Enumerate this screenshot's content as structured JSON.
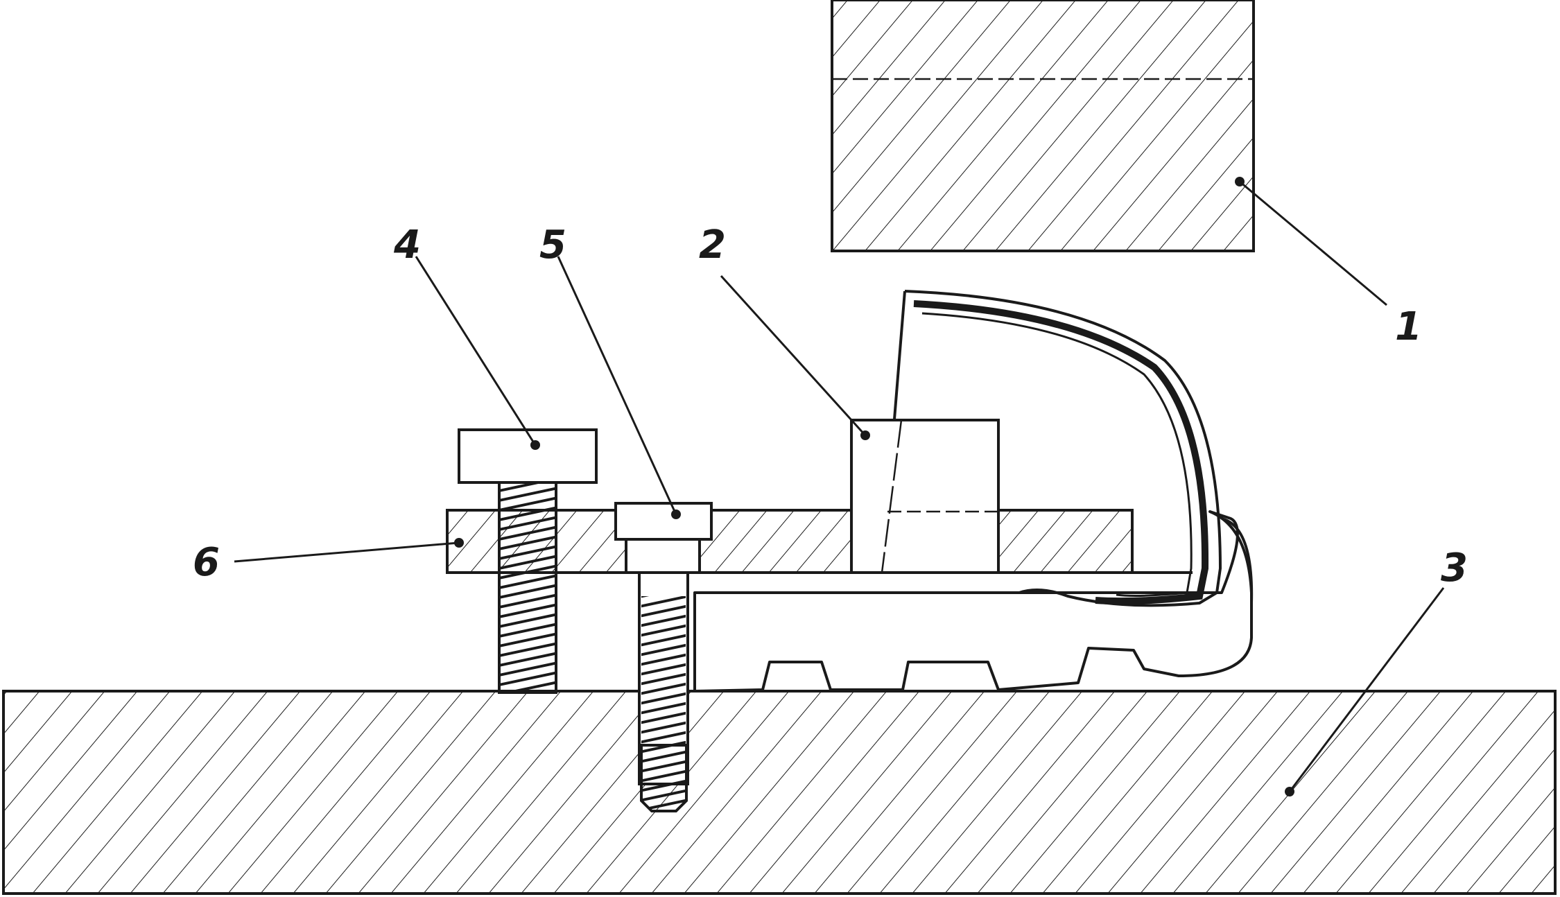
{
  "diagram": {
    "callouts": [
      {
        "id": "1",
        "label": "1"
      },
      {
        "id": "2",
        "label": "2"
      },
      {
        "id": "3",
        "label": "3"
      },
      {
        "id": "4",
        "label": "4"
      },
      {
        "id": "5",
        "label": "5"
      },
      {
        "id": "6",
        "label": "6"
      }
    ]
  },
  "colors": {
    "line": "#1a1a1a",
    "background": "#ffffff"
  }
}
